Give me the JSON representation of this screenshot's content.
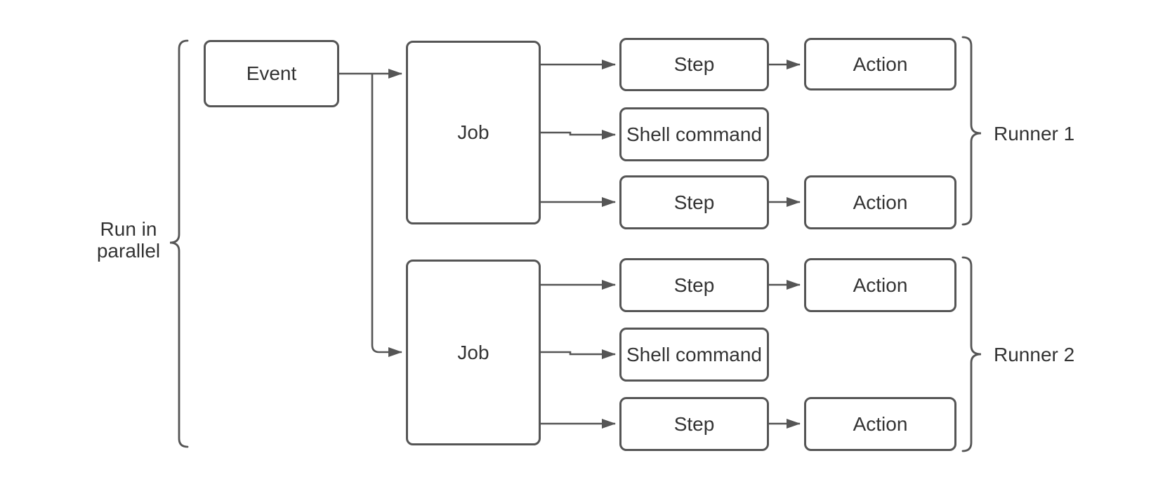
{
  "diagram": {
    "left_label": [
      "Run in",
      "parallel"
    ],
    "nodes": {
      "event": "Event",
      "job1": "Job",
      "job2": "Job",
      "step1": "Step",
      "shell1": "Shell command",
      "step2": "Step",
      "step3": "Step",
      "shell2": "Shell command",
      "step4": "Step",
      "action1": "Action",
      "action2": "Action",
      "action3": "Action",
      "action4": "Action"
    },
    "runner_labels": [
      "Runner 1",
      "Runner 2"
    ],
    "colors": {
      "background": "#ffffff",
      "stroke": "#555555",
      "text": "#333333"
    }
  }
}
